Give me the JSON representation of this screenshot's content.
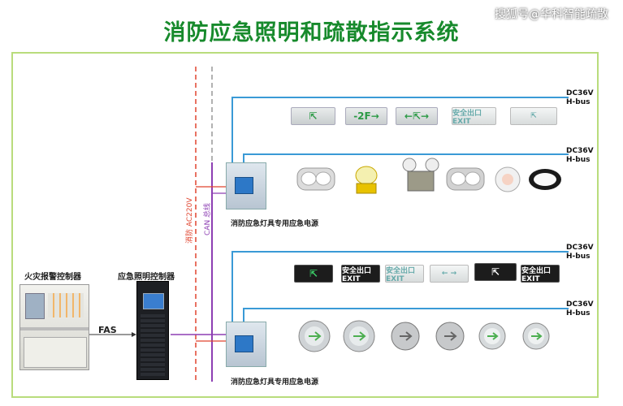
{
  "title": "消防应急照明和疏散指示系统",
  "watermark": "搜狐号@华科智能疏散",
  "labels": {
    "fire_alarm_controller": "火灾报警控制器",
    "emergency_controller": "应急照明控制器",
    "fas": "FAS",
    "power_supply_top": "消防应急灯具专用应急电源",
    "power_supply_bottom": "消防应急灯具专用应急电源",
    "ac_line": "消防 AC220V",
    "can_line": "CAN 总线"
  },
  "buses": [
    {
      "line1": "DC36V",
      "line2": "H-bus"
    },
    {
      "line1": "DC36V",
      "line2": "H-bus"
    },
    {
      "line1": "DC36V",
      "line2": "H-bus"
    },
    {
      "line1": "DC36V",
      "line2": "H-bus"
    }
  ],
  "row1_signs": [
    {
      "text": "⇱",
      "style": "light"
    },
    {
      "text": "-2F→",
      "style": "light"
    },
    {
      "text": "←⇱→",
      "style": "light"
    },
    {
      "text": "安全出口 EXIT",
      "style": "pale"
    },
    {
      "text": "⇱",
      "style": "pale"
    }
  ],
  "row3_signs": [
    {
      "text": "⇱",
      "style": "dark"
    },
    {
      "text": "安全出口 EXIT",
      "style": "dark"
    },
    {
      "text": "安全出口 EXIT",
      "style": "pale"
    },
    {
      "text": "← →",
      "style": "pale"
    },
    {
      "text": "⇱",
      "style": "dark"
    },
    {
      "text": "安全出口 EXIT",
      "style": "dark"
    }
  ],
  "colors": {
    "title": "#178a2c",
    "bus_line": "#3a9ad6",
    "ac_line": "#e0442f",
    "can_line": "#8d3fb3",
    "frame": "#b9dc7c"
  }
}
